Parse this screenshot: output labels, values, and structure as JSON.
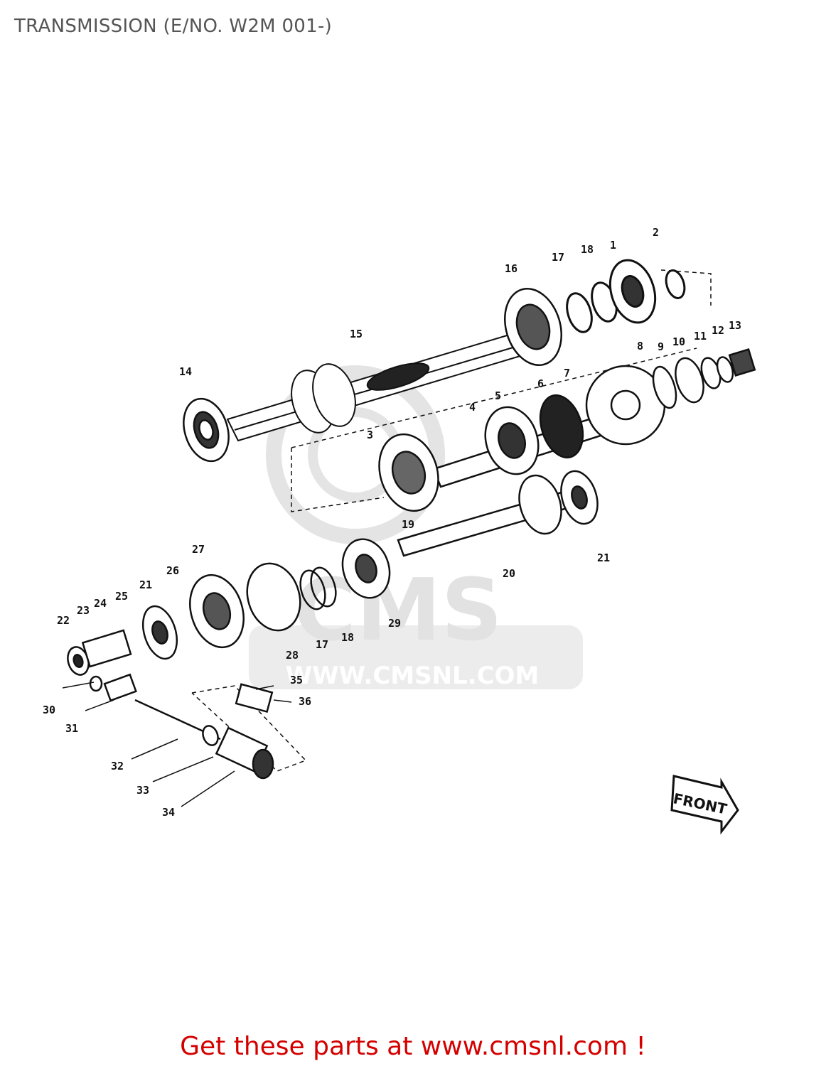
{
  "title": "TRANSMISSION (E/NO. W2M 001-)",
  "footer_link": "Get these parts at www.cmsnl.com !",
  "watermark": {
    "brand": "CMS",
    "url": "WWW.CMSNL.COM"
  },
  "direction_label": "FRONT",
  "callouts": [
    "1",
    "2",
    "3",
    "4",
    "5",
    "6",
    "7",
    "8",
    "9",
    "10",
    "11",
    "12",
    "13",
    "14",
    "15",
    "16",
    "17",
    "18",
    "19",
    "20",
    "21",
    "22",
    "23",
    "24",
    "25",
    "26",
    "27",
    "28",
    "29",
    "30",
    "31",
    "32",
    "33",
    "34",
    "35",
    "36",
    "17",
    "18",
    "21"
  ],
  "colors": {
    "footer": "#d40000",
    "title": "#555555",
    "ink": "#111111",
    "watermark": "#e2e2e2"
  }
}
